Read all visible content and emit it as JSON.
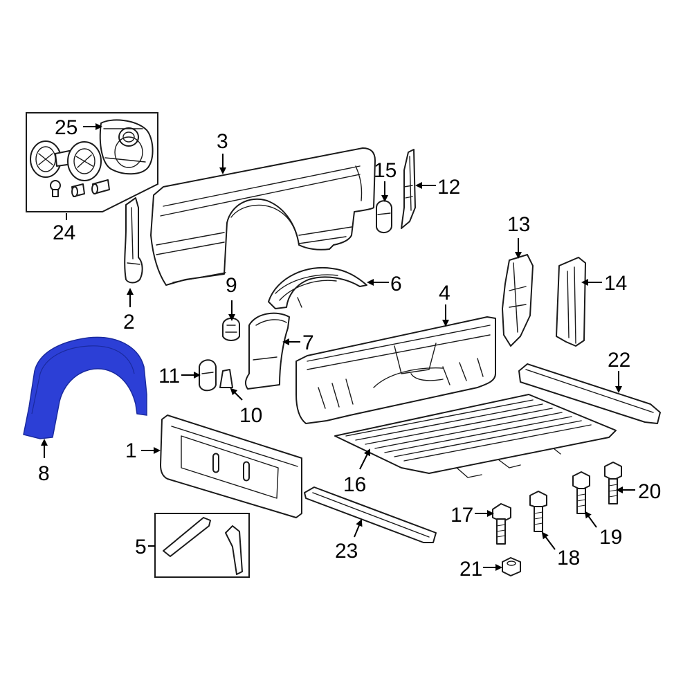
{
  "colors": {
    "highlight": "#2c3fd6",
    "highlight_stroke": "#1a2a9e",
    "line": "#1a1a1a"
  },
  "callouts": [
    {
      "id": "1",
      "text": "1"
    },
    {
      "id": "2",
      "text": "2"
    },
    {
      "id": "3",
      "text": "3"
    },
    {
      "id": "4",
      "text": "4"
    },
    {
      "id": "5",
      "text": "5"
    },
    {
      "id": "6",
      "text": "6"
    },
    {
      "id": "7",
      "text": "7"
    },
    {
      "id": "8",
      "text": "8"
    },
    {
      "id": "9",
      "text": "9"
    },
    {
      "id": "10",
      "text": "10"
    },
    {
      "id": "11",
      "text": "11"
    },
    {
      "id": "12",
      "text": "12"
    },
    {
      "id": "13",
      "text": "13"
    },
    {
      "id": "14",
      "text": "14"
    },
    {
      "id": "15",
      "text": "15"
    },
    {
      "id": "16",
      "text": "16"
    },
    {
      "id": "17",
      "text": "17"
    },
    {
      "id": "18",
      "text": "18"
    },
    {
      "id": "19",
      "text": "19"
    },
    {
      "id": "20",
      "text": "20"
    },
    {
      "id": "21",
      "text": "21"
    },
    {
      "id": "22",
      "text": "22"
    },
    {
      "id": "23",
      "text": "23"
    },
    {
      "id": "24",
      "text": "24"
    },
    {
      "id": "25",
      "text": "25"
    }
  ],
  "highlighted_part": "8"
}
